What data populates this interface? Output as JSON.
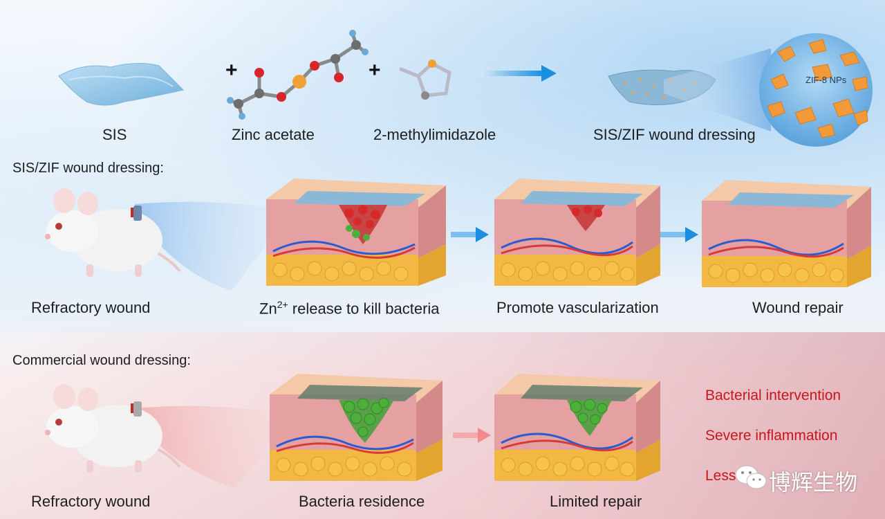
{
  "top_row": {
    "sis": "SIS",
    "zinc_acetate": "Zinc acetate",
    "methylimidazole": "2-methylimidazole",
    "product": "SIS/ZIF wound dressing",
    "nps_label": "ZIF-8 NPs",
    "plus": "+"
  },
  "sis_zif_section": {
    "heading": "SIS/ZIF wound dressing:",
    "mouse_label": "Refractory wound",
    "step1_prefix": "Zn",
    "step1_sup": "2+",
    "step1_suffix": " release to kill bacteria",
    "step2": "Promote vascularization",
    "step3": "Wound repair"
  },
  "commercial_section": {
    "heading": "Commercial wound dressing:",
    "mouse_label": "Refractory wound",
    "step1": "Bacteria residence",
    "step2": "Limited repair",
    "outcomes": [
      "Bacterial intervention",
      "Severe inflammation",
      "Less"
    ]
  },
  "watermark": {
    "text": "博辉生物"
  },
  "colors": {
    "arrow_blue": "#1a8fe0",
    "arrow_red": "#f08a8a",
    "outcome_red": "#c8161d",
    "dressing_blue": "#8cc3e6",
    "nanoparticle_orange": "#f29a3a",
    "bacteria_green": "#4caf3a"
  }
}
